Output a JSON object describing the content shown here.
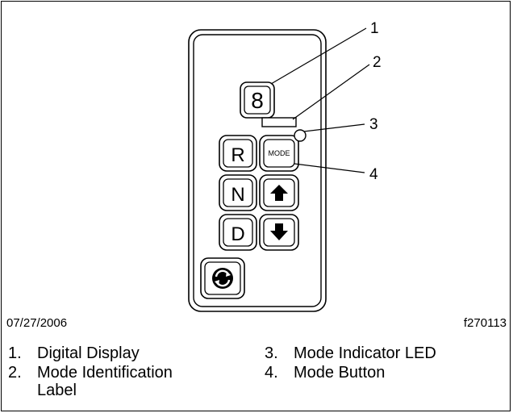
{
  "figure": {
    "display_char": "8",
    "buttons": {
      "r": "R",
      "n": "N",
      "d": "D",
      "mode": "MODE"
    },
    "callouts": [
      "1",
      "2",
      "3",
      "4"
    ]
  },
  "date": "07/27/2006",
  "figure_id": "f270113",
  "legend": [
    {
      "num": "1.",
      "text": "Digital Display"
    },
    {
      "num": "2.",
      "text": "Mode Identification Label"
    },
    {
      "num": "3.",
      "text": "Mode Indicator LED"
    },
    {
      "num": "4.",
      "text": "Mode Button"
    }
  ]
}
